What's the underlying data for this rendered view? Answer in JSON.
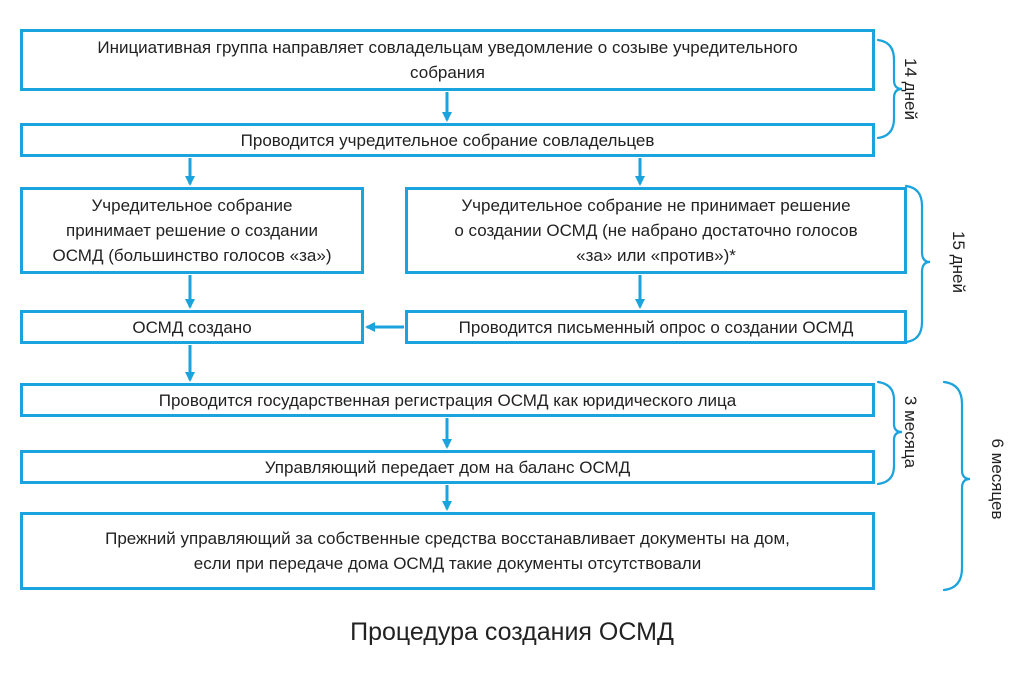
{
  "steps": {
    "notify": {
      "line1": "Инициативная группа направляет совладельцам уведомление о созыве учредительного",
      "line2": "собрания"
    },
    "meeting": "Проводится учредительное собрание совладельцев",
    "decision_yes": {
      "line1": "Учредительное собрание",
      "line2": "принимает решение о создании",
      "line3": "ОСМД (большинство голосов «за»)"
    },
    "decision_no": {
      "line1": "Учредительное собрание не принимает решение",
      "line2": "о создании ОСМД (не набрано достаточно голосов",
      "line3": "«за» или «против»)*"
    },
    "created": "ОСМД создано",
    "survey": "Проводится письменный опрос о создании ОСМД",
    "registration": "Проводится государственная регистрация ОСМД как юридического лица",
    "balance": "Управляющий передает дом на баланс ОСМД",
    "documents": {
      "line1": "Прежний управляющий за собственные средства восстанавливает документы на дом,",
      "line2": "если при передаче дома ОСМД такие документы отсутствовали"
    }
  },
  "durations": {
    "d14": "14 дней",
    "d15": "15 дней",
    "m3": "3 месяца",
    "m6": "6 месяцев"
  },
  "caption": "Процедура создания ОСМД",
  "colors": {
    "accent": "#1aa3dc",
    "text": "#222222"
  }
}
